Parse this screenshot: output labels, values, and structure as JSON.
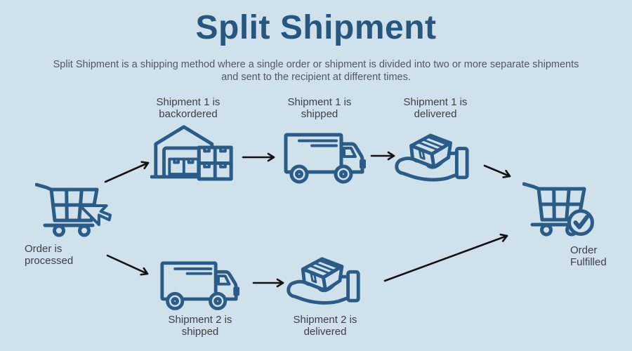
{
  "colors": {
    "bg": "#cfe1ea",
    "accent": "#2b5c88",
    "title": "#27577f",
    "text": "#3d4043",
    "subtext": "#53585c",
    "arrow": "#121212"
  },
  "header": {
    "title": "Split Shipment",
    "subtitle": "Split Shipment is a shipping method where a single order or shipment is divided into two or more separate shipments\nand sent to the recipient at different times."
  },
  "diagram": {
    "order_processed": {
      "label": "Order is\nprocessed",
      "icon": "cart-cursor-icon"
    },
    "shipment1_backordered": {
      "label": "Shipment 1 is\nbackordered",
      "icon": "warehouse-boxes-icon"
    },
    "shipment1_shipped": {
      "label": "Shipment 1 is\nshipped",
      "icon": "delivery-truck-icon"
    },
    "shipment1_delivered": {
      "label": "Shipment 1 is\ndelivered",
      "icon": "hand-box-icon"
    },
    "shipment2_shipped": {
      "label": "Shipment 2 is\nshipped",
      "icon": "delivery-truck-icon"
    },
    "shipment2_delivered": {
      "label": "Shipment 2 is\ndelivered",
      "icon": "hand-box-icon"
    },
    "order_fulfilled": {
      "label": "Order\nFulfilled",
      "icon": "cart-check-icon"
    }
  }
}
